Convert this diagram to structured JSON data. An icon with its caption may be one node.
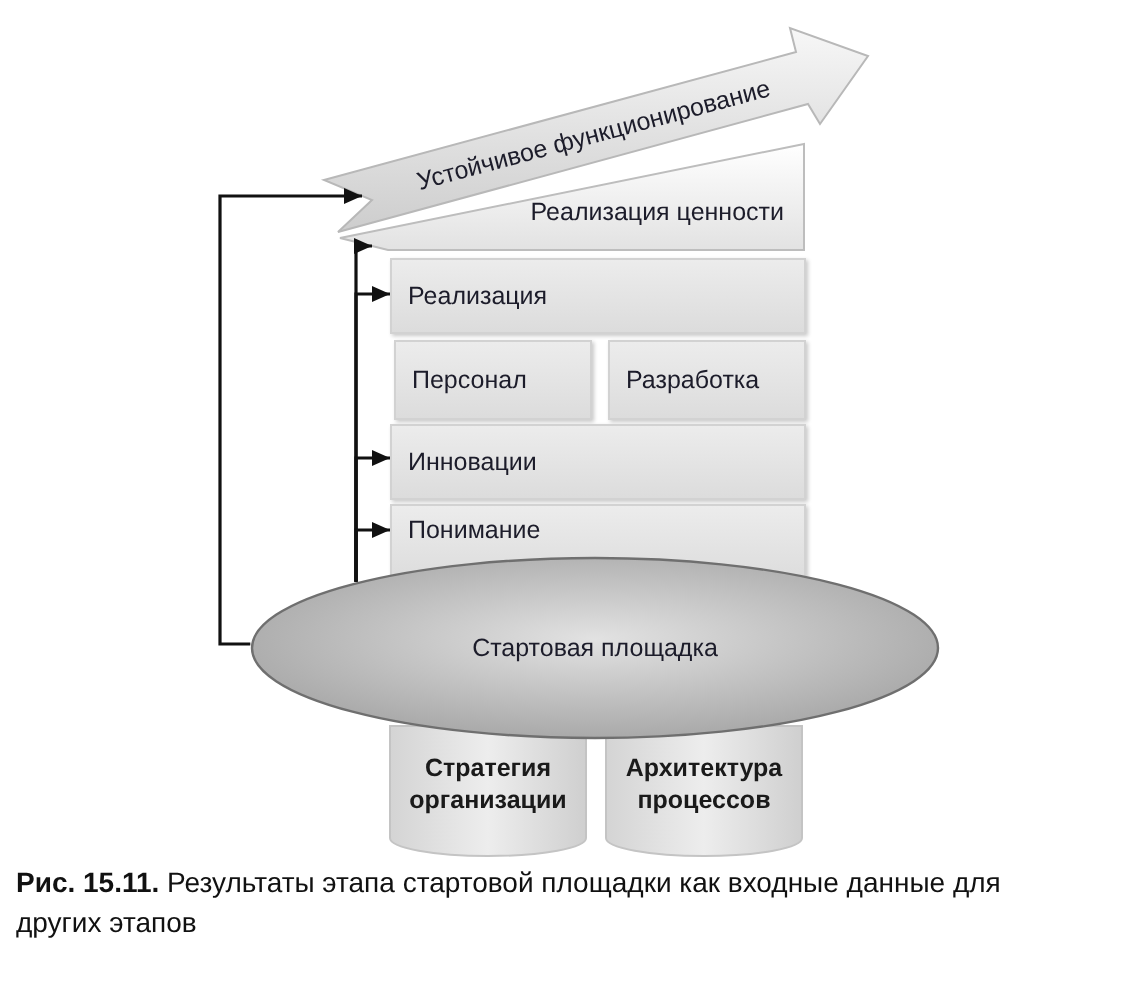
{
  "diagram": {
    "caption": "**Рис. 15.11.** Результаты этапа стартовой площадки как входные данные для других этапов",
    "nodes": [
      {
        "text": [
          "Устойчивое функционирование"
        ]
      },
      {
        "text": [
          "Реализация ценности"
        ]
      },
      {
        "text": [
          "Реализация"
        ]
      },
      {
        "text": [
          "Персонал"
        ]
      },
      {
        "text": [
          "Разработка"
        ]
      },
      {
        "text": [
          "Инновации"
        ]
      },
      {
        "text": [
          "Понимание"
        ]
      },
      {
        "text": [
          "Стартовая площадка"
        ]
      },
      {
        "text": [
          "Стратегия организации"
        ]
      },
      {
        "text": [
          "Архитектура процессов"
        ]
      }
    ],
    "edges": [
      {
        "from": 7,
        "to": 0,
        "arrow": "to"
      },
      {
        "from": 7,
        "to": 1,
        "arrow": "to"
      },
      {
        "from": 7,
        "to": 2,
        "arrow": "to"
      },
      {
        "from": 7,
        "to": 5,
        "arrow": "to"
      },
      {
        "from": 7,
        "to": 6,
        "arrow": "to"
      }
    ]
  }
}
